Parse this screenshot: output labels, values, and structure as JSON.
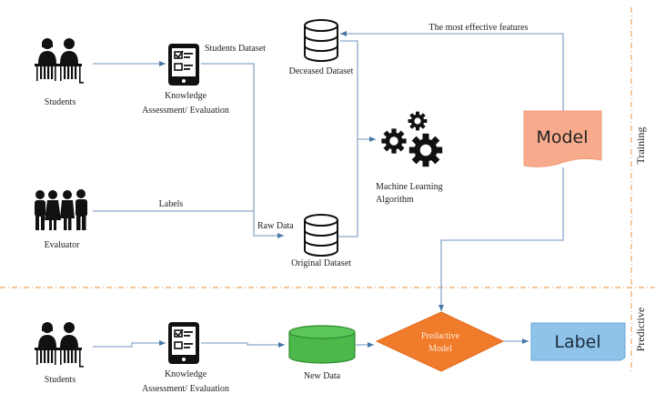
{
  "diagram": {
    "sections": {
      "training": "Training",
      "predictive": "Predictive"
    },
    "training": {
      "students": "Students",
      "assessment_line1": "Knowledge",
      "assessment_line2": "Assessment/ Evaluation",
      "students_dataset": "Students Dataset",
      "evaluator": "Evaluator",
      "labels": "Labels",
      "raw_data": "Raw Data",
      "original_dataset": "Original Dataset",
      "deceased_dataset": "Deceased Dataset",
      "ml_line1": "Machine Learning",
      "ml_line2": "Algorithm",
      "model": "Model",
      "most_effective_features": "The most effective features"
    },
    "predictive": {
      "students": "Students",
      "assessment_line1": "Knowledge",
      "assessment_line2": "Assessment/ Evaluation",
      "new_data": "New Data",
      "predictive_model_line1": "Predactive",
      "predictive_model_line2": "Model",
      "label": "Label"
    },
    "colors": {
      "connector": "#8aa9c9",
      "separator": "#f0a55e",
      "model_fill": "#f8ab8c",
      "new_data_fill": "#4cb84a",
      "predictive_model_fill": "#f07b2a",
      "label_fill": "#8fc3ea"
    }
  }
}
